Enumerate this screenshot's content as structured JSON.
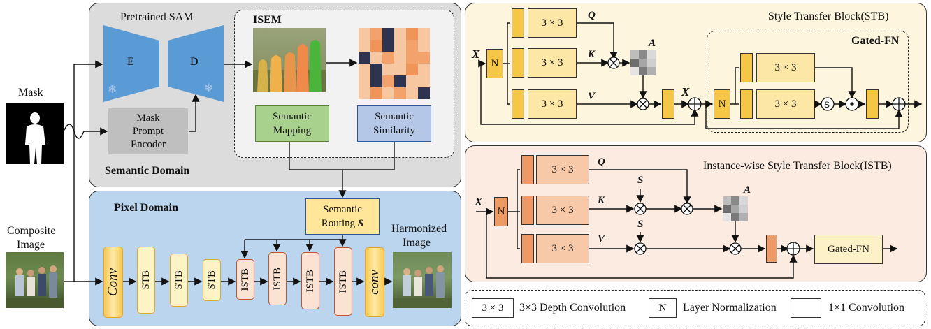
{
  "labels": {
    "mask": "Mask",
    "composite_line1": "Composite",
    "composite_line2": "Image",
    "harmonized_line1": "Harmonized",
    "harmonized_line2": "Image",
    "pretrained_sam": "Pretrained SAM",
    "encoder": "E",
    "decoder": "D",
    "mask_prompt_line1": "Mask",
    "mask_prompt_line2": "Prompt",
    "mask_prompt_line3": "Encoder",
    "semantic_domain": "Semantic Domain",
    "isem": "ISEM",
    "semantic_mapping_line1": "Semantic",
    "semantic_mapping_line2": "Mapping",
    "semantic_similarity_line1": "Semantic",
    "semantic_similarity_line2": "Similarity",
    "pixel_domain": "Pixel Domain",
    "semantic_routing_line1": "Semantic",
    "semantic_routing_line2": "Routing",
    "routing_symbol": "S",
    "conv1": "Conv",
    "conv2": "conv",
    "stb": "STB",
    "istb": "ISTB",
    "stb_title": "Style Transfer Block(STB)",
    "gated_fn": "Gated-FN",
    "istb_title": "Instance-wise Style Transfer Block(ISTB)",
    "x": "X",
    "q": "Q",
    "k": "K",
    "v": "V",
    "a": "A",
    "s": "S",
    "n": "N",
    "kernel": "3 × 3",
    "gated_fn_box": "Gated-FN"
  },
  "legend": {
    "kernel_box": "3 × 3",
    "kernel_desc": "3×3 Depth Convolution",
    "n_box": "N",
    "n_desc": "Layer Normalization",
    "conv1x1_desc": "1×1 Convolution"
  },
  "colors": {
    "semantic_panel": "#dcdcdc",
    "pixel_panel": "#bcd5ee",
    "stb_panel": "#fdf5dd",
    "istb_panel": "#fbebe1",
    "sam_blue": "#5b9bd5",
    "mapping_green": "#a9d18e",
    "similarity_blue": "#b4c7e7",
    "routing_yellow": "#ffe699"
  },
  "heatmap_colors": [
    "#f6c7a1",
    "#f2a26a",
    "#2e3450",
    "#f6c7a1",
    "#f0955a",
    "#f6c7a1",
    "#f6c7a1",
    "#f0955a",
    "#2e3450",
    "#f6c7a1",
    "#f2a26a",
    "#f6c7a1",
    "#2e3450",
    "#f6c7a1",
    "#f2a26a",
    "#f6c7a1",
    "#f2a26a",
    "#f2a26a",
    "#f6c7a1",
    "#2e3450",
    "#f6c7a1",
    "#f6c7a1",
    "#f0955a",
    "#f6c7a1",
    "#f6c7a1",
    "#2e3450",
    "#f2a26a",
    "#2e3450",
    "#f6c7a1",
    "#f6c7a1",
    "#f6c7a1",
    "#f0955a",
    "#f6c7a1",
    "#f2a26a",
    "#f6c7a1",
    "#2e3450"
  ],
  "attn_colors": [
    "#bdbdbd",
    "#8a8a8a",
    "#d9d9d9",
    "#6e6e6e",
    "#a6a6a6",
    "#cfcfcf",
    "#e4e4e4",
    "#7a7a7a",
    "#b0b0b0"
  ]
}
